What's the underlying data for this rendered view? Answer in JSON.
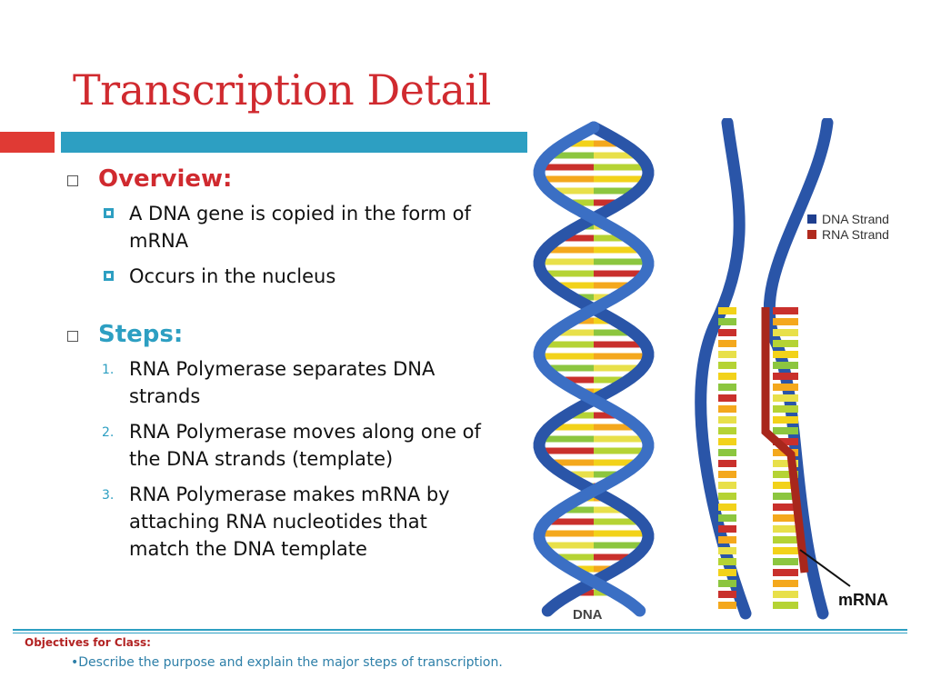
{
  "slide": {
    "title": "Transcription Detail"
  },
  "overview": {
    "heading": "Overview:",
    "bullets": [
      "A DNA gene is copied in the form of mRNA",
      "Occurs in the nucleus"
    ]
  },
  "steps": {
    "heading": "Steps:",
    "items": [
      {
        "num": "1.",
        "text": "RNA Polymerase separates DNA strands"
      },
      {
        "num": "2.",
        "text": "RNA Polymerase moves along one of the DNA strands (template)"
      },
      {
        "num": "3.",
        "text": "RNA Polymerase makes mRNA by attaching RNA nucleotides that match the DNA template"
      }
    ]
  },
  "diagram": {
    "legend": [
      {
        "label": "DNA Strand",
        "color": "#1f3f8f"
      },
      {
        "label": "RNA Strand",
        "color": "#b02a1e"
      }
    ],
    "dna_label": "DNA",
    "mrna_label": "mRNA"
  },
  "footer": {
    "objectives_title": "Objectives for Class:",
    "objective": "•Describe the purpose and explain the major steps of transcription."
  },
  "colors": {
    "title": "#d02a2f",
    "accent_blue": "#2d9fc2",
    "accent_red": "#e03a34",
    "dna_strand": "#2a55a8",
    "rna_strand": "#a8271c"
  }
}
